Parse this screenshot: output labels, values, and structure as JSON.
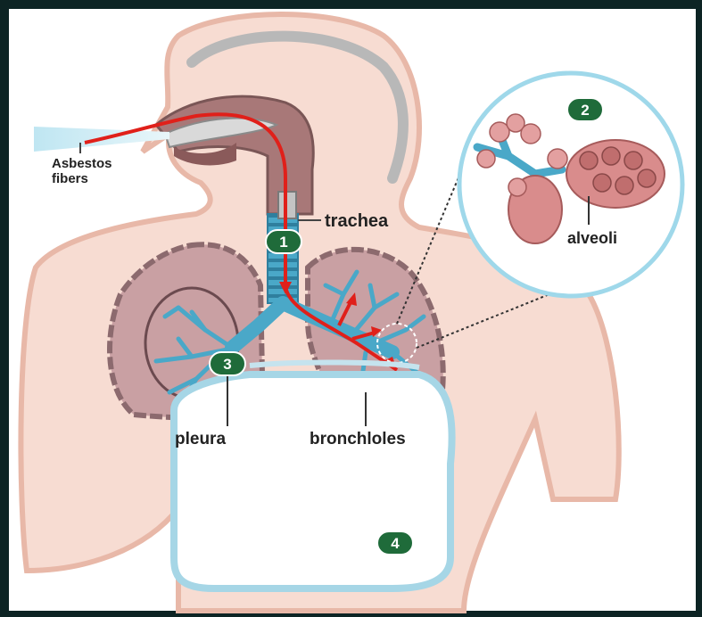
{
  "labels": {
    "asbestos_line1": "Asbestos",
    "asbestos_line2": "fibers",
    "trachea": "trachea",
    "alveoli": "alveoli",
    "pleura": "pleura",
    "bronchioles": "bronchloles"
  },
  "badges": [
    "1",
    "2",
    "3",
    "4"
  ],
  "colors": {
    "frame_border": "#0d2424",
    "background": "#ffffff",
    "skin": "#f7dcd2",
    "skin_outline": "#e8b8a8",
    "lung_fill": "#c9a0a3",
    "lung_outline": "#8c6a6e",
    "bronchi": "#4aa8c8",
    "airflow_arrow": "#e0201a",
    "badge": "#1f6b3a",
    "magnifier_ring": "#9fd8ea",
    "alveoli_fill": "#d98c8c",
    "head_outline": "#b8b8b8"
  }
}
